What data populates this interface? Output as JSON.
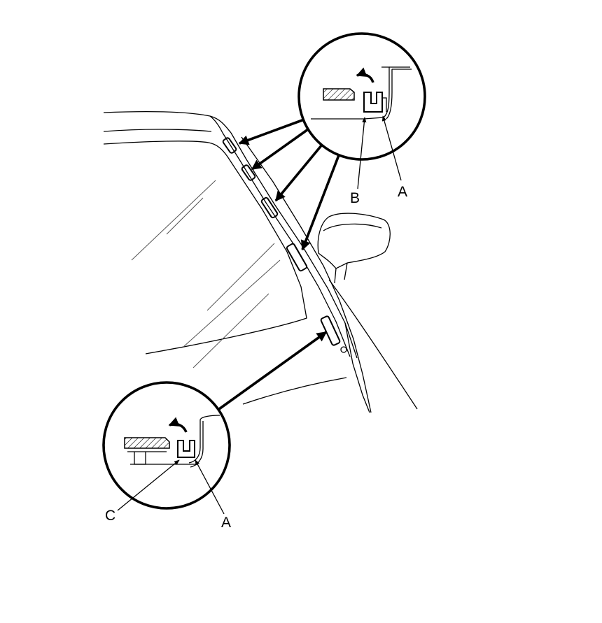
{
  "callouts": {
    "top": {
      "label_b": "B",
      "label_a": "A"
    },
    "bottom": {
      "label_c": "C",
      "label_a": "A"
    }
  },
  "colors": {
    "line": "#000000",
    "background": "#ffffff"
  }
}
